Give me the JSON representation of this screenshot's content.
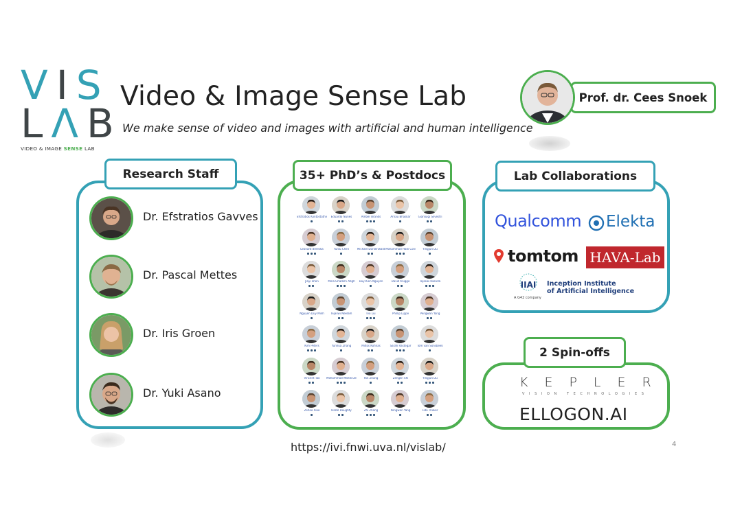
{
  "logo": {
    "line1": "VIS",
    "line2": "LAB",
    "sub_prefix": "VIDEO & IMAGE ",
    "sub_accent": "SENSE",
    "sub_suffix": " LAB"
  },
  "title": "Video & Image Sense Lab",
  "subtitle": "We make sense of video and images with artificial and human intelligence",
  "professor": {
    "name": "Prof. dr. Cees Snoek"
  },
  "research_staff": {
    "heading": "Research Staff",
    "members": [
      {
        "name": "Dr. Efstratios Gavves"
      },
      {
        "name": "Dr. Pascal Mettes"
      },
      {
        "name": "Dr. Iris Groen"
      },
      {
        "name": "Dr. Yuki Asano"
      }
    ]
  },
  "phd": {
    "heading": "35+ PhD’s & Postdocs",
    "rows": [
      [
        "Efstratios Kontostathis",
        "Eduardo Nunes",
        "Amber Brands",
        "Arnau Bhaskar",
        "Gianluigi Silvestri"
      ],
      [
        "Leonard Bereska",
        "Yunlu Chen",
        "Michael Dorkenwald",
        "Mohammad Hadi Consolini",
        "Yingjun Du"
      ],
      [
        "Jiayi Shen",
        "Mina Ghadimi Atigh",
        "Duy-Kien Nguyen",
        "David Knigge",
        "Tejaswi Kasarla"
      ],
      [
        "Nguyen Duy Minh",
        "Tejaswi Neelam",
        "Ivo Liu",
        "Phillip Lippe",
        "Pengwan Yang"
      ],
      [
        "Kim Peters",
        "Yunhua Zhang",
        "Miltos Kofinas",
        "Sarah Rastegar",
        "Tom van Sonsbeek"
      ],
      [
        "Vincent Tao",
        "Mohammad Mahdi Derakhshani",
        "Yan Zhang",
        "Zenglin Shi",
        "Yingjun Du"
      ],
      [
        "Zehao Xiao",
        "Hazel Doughty",
        "Zhi Zhang",
        "Pengwan Yang",
        "Fida Thoker"
      ]
    ]
  },
  "collaborations": {
    "heading": "Lab Collaborations",
    "qualcomm": "Qualcomm",
    "elekta": "Elekta",
    "tomtom": "tomtom",
    "hava": "HAVA-Lab",
    "iiai_line1": "Inception Institute",
    "iiai_line2": "of Artificial Intelligence",
    "iiai_note": "A G42 company",
    "iiai_mark": "IIAI"
  },
  "spinoffs": {
    "heading": "2 Spin-offs",
    "kepler": "KEPLER",
    "kepler_sub": "VISION TECHNOLOGIES",
    "elogon": "ELLOGON.AI"
  },
  "url": "https://ivi.fnwi.uva.nl/vislab/",
  "page_number": "4",
  "colors": {
    "teal": "#34a1b5",
    "green": "#4cae4f",
    "hava_red": "#c0272d",
    "qualcomm_blue": "#3253dc"
  }
}
